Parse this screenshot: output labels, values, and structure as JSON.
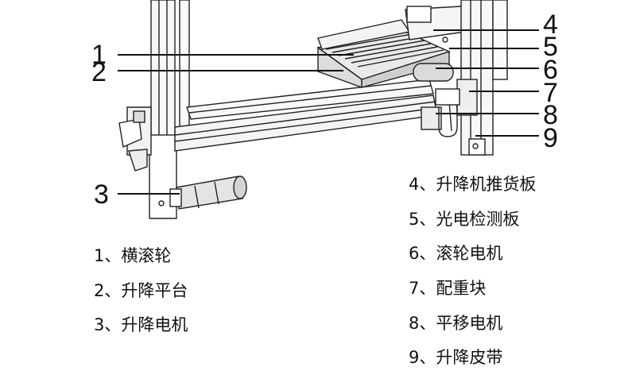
{
  "callouts": [
    "1",
    "2",
    "3",
    "4",
    "5",
    "6",
    "7",
    "8",
    "9"
  ],
  "legend": {
    "left": [
      "1、横滚轮",
      "2、升降平台",
      "3、升降电机"
    ],
    "right": [
      "4、升降机推货板",
      "5、光电检测板",
      "6、滚轮电机",
      "7、配重块",
      "8、平移电机",
      "9、升降皮带"
    ]
  }
}
